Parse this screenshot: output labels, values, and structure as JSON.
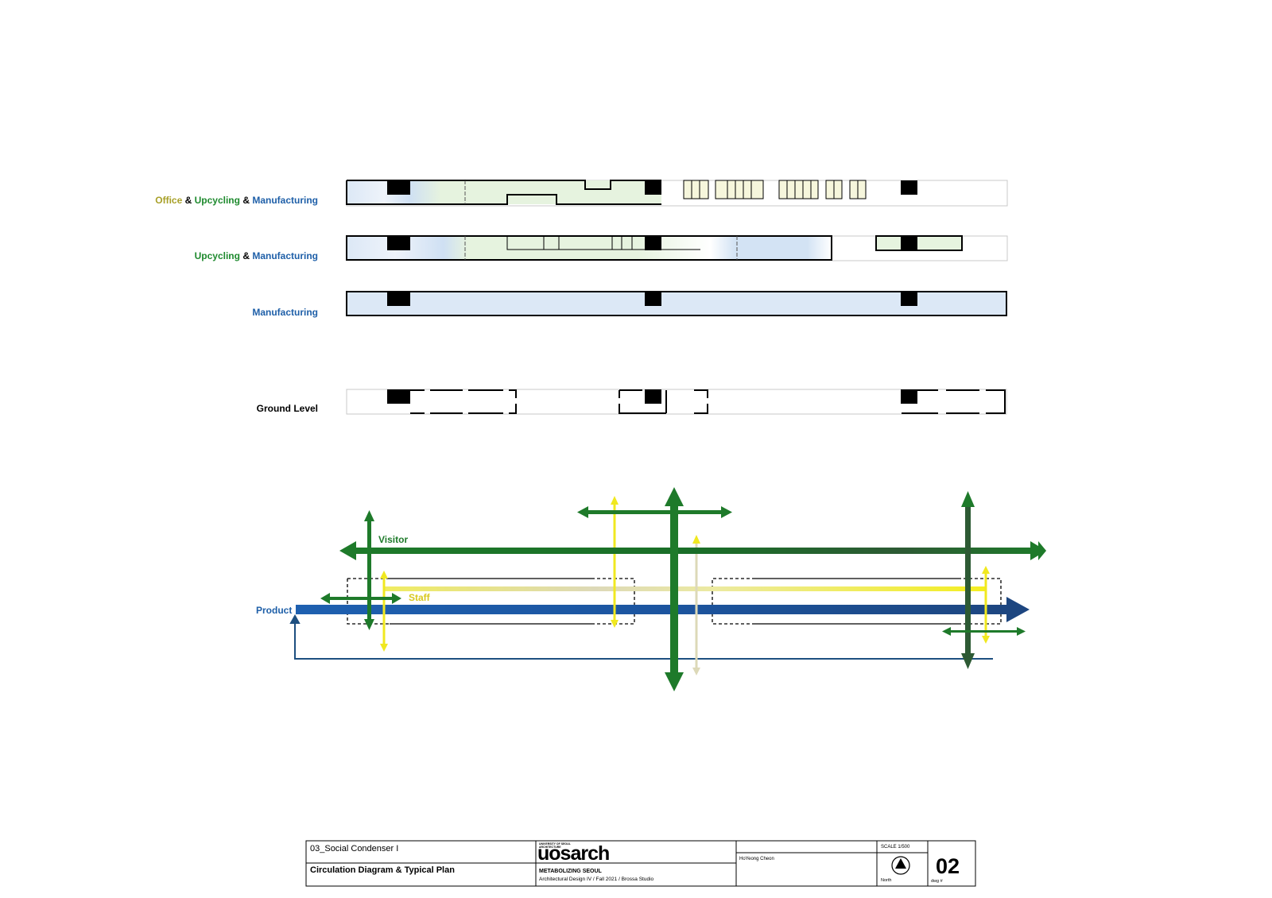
{
  "colors": {
    "office": "#a8a028",
    "upcycling": "#1e8a2e",
    "manufacturing": "#1e5fa8",
    "black": "#000000",
    "visitor": "#1e7a2a",
    "staff": "#e8e020",
    "staff_faded": "#ddd9b8",
    "product": "#1d4f96",
    "product_return": "#1d4f80",
    "blue_fill": "#dce8f6",
    "green_fill": "#e6f3df",
    "office_fill": "#f6f6dc"
  },
  "levels": [
    {
      "id": "office-upcycling-manufacturing",
      "label_parts": [
        {
          "text": "Office",
          "color_key": "office"
        },
        {
          "text": " & ",
          "color_key": "black"
        },
        {
          "text": "Upcycling",
          "color_key": "upcycling"
        },
        {
          "text": " & ",
          "color_key": "black"
        },
        {
          "text": "Manufacturing",
          "color_key": "manufacturing"
        }
      ]
    },
    {
      "id": "upcycling-manufacturing",
      "label_parts": [
        {
          "text": "Upcycling",
          "color_key": "upcycling"
        },
        {
          "text": " & ",
          "color_key": "black"
        },
        {
          "text": "Manufacturing",
          "color_key": "manufacturing"
        }
      ]
    },
    {
      "id": "manufacturing",
      "label_parts": [
        {
          "text": "Manufacturing",
          "color_key": "manufacturing"
        }
      ]
    },
    {
      "id": "ground-level",
      "label_parts": [
        {
          "text": "Ground Level",
          "color_key": "black"
        }
      ]
    }
  ],
  "circulation": {
    "visitor_label": "Visitor",
    "staff_label": "Staff",
    "product_label": "Product"
  },
  "title_block": {
    "project": "03_Social Condenser I",
    "drawing_title": "Circulation Diagram & Typical Plan",
    "logo_small_line1": "UNIVERSITY OF SEOUL",
    "logo_small_line2": "ARCHITECTURE",
    "logo_text": "uosarch",
    "studio_title": "METABOLIZING SEOUL",
    "course": "Architectural Design IV / Fall 2021 / Brossa Studio",
    "author": "HoYeong Cheon",
    "scale": "SCALE 1/500",
    "north_label": "North",
    "dwg_number": "02",
    "dwg_label": "dwg #"
  }
}
